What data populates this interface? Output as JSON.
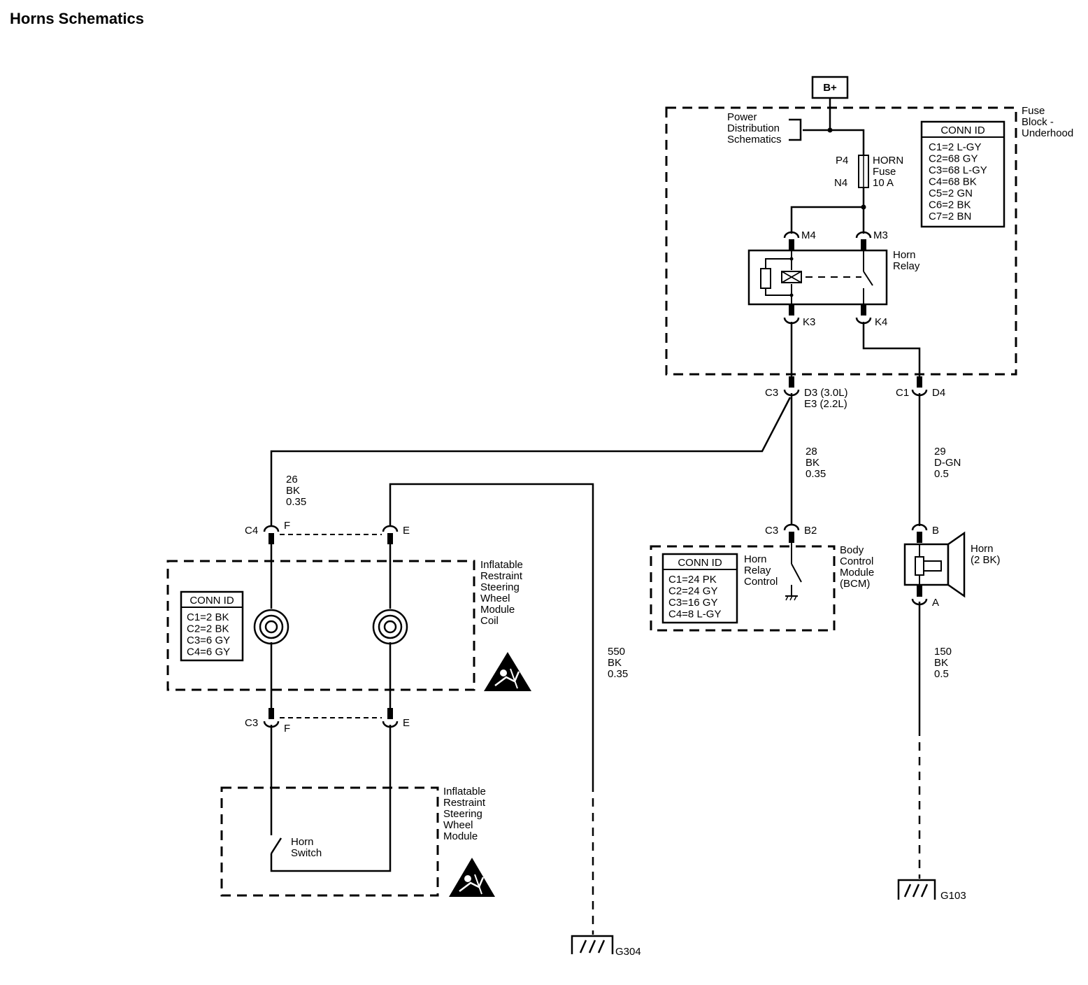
{
  "title": "Horns Schematics",
  "power": {
    "bplus": "B+",
    "pds": [
      "Power",
      "Distribution",
      "Schematics"
    ]
  },
  "fuse_block": {
    "label": [
      "Fuse",
      "Block -",
      "Underhood"
    ],
    "conn_id": {
      "header": "CONN ID",
      "rows": [
        "C1=2 L-GY",
        "C2=68 GY",
        "C3=68 L-GY",
        "C4=68 BK",
        "C5=2 GN",
        "C6=2 BK",
        "C7=2 BN"
      ]
    },
    "fuse": {
      "top_pin": "P4",
      "bottom_pin": "N4",
      "label": [
        "HORN",
        "Fuse",
        "10 A"
      ]
    },
    "relay": {
      "label": [
        "Horn",
        "Relay"
      ],
      "pins": {
        "m4": "M4",
        "m3": "M3",
        "k3": "K3",
        "k4": "K4"
      }
    }
  },
  "connectors": {
    "c3_left": "C3",
    "c3_right": [
      "D3 (3.0L)",
      "E3 (2.2L)"
    ],
    "c1": "C1",
    "c1_pin": "D4",
    "bcm_conn": "C3",
    "bcm_pin": "B2",
    "horn_b": "B",
    "horn_a": "A",
    "c4": "C4",
    "c4_f": "F",
    "c4_e": "E",
    "c3_lower": "C3",
    "c3_lower_f": "F",
    "c3_lower_e": "E"
  },
  "wires": {
    "w28": [
      "28",
      "BK",
      "0.35"
    ],
    "w29": [
      "29",
      "D-GN",
      "0.5"
    ],
    "w26": [
      "26",
      "BK",
      "0.35"
    ],
    "w550": [
      "550",
      "BK",
      "0.35"
    ],
    "w150": [
      "150",
      "BK",
      "0.5"
    ]
  },
  "bcm": {
    "label": [
      "Body",
      "Control",
      "Module",
      "(BCM)"
    ],
    "relay_control": [
      "Horn",
      "Relay",
      "Control"
    ],
    "conn_id": {
      "header": "CONN ID",
      "rows": [
        "C1=24 PK",
        "C2=24 GY",
        "C3=16 GY",
        "C4=8 L-GY"
      ]
    }
  },
  "horn": {
    "label": [
      "Horn",
      "(2 BK)"
    ]
  },
  "coil_module": {
    "label": [
      "Inflatable",
      "Restraint",
      "Steering",
      "Wheel",
      "Module",
      "Coil"
    ],
    "conn_id": {
      "header": "CONN ID",
      "rows": [
        "C1=2 BK",
        "C2=2 BK",
        "C3=6 GY",
        "C4=6 GY"
      ]
    }
  },
  "wheel_module": {
    "label": [
      "Inflatable",
      "Restraint",
      "Steering",
      "Wheel",
      "Module"
    ],
    "switch_label": [
      "Horn",
      "Switch"
    ]
  },
  "grounds": {
    "g304": "G304",
    "g103": "G103"
  }
}
